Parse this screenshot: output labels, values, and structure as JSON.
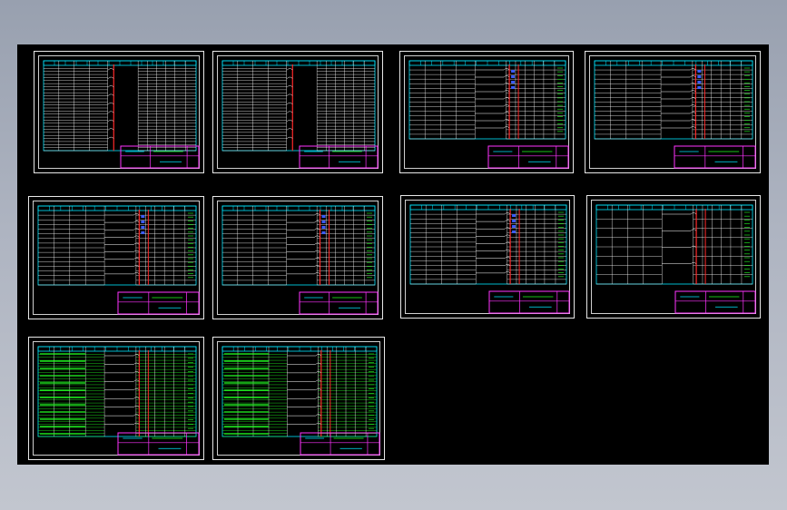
{
  "window": {
    "title": ""
  },
  "colors": {
    "background": "#000000",
    "frame": "#e8e8e8",
    "table": "#ffffff",
    "header": "#00e5ff",
    "accent_red": "#ff2a2a",
    "accent_green": "#22ff22",
    "accent_blue": "#3a5cff",
    "title_block": "#ff33ff"
  },
  "sheets": [
    {
      "id": 1,
      "variant": "list-wide"
    },
    {
      "id": 2,
      "variant": "list-wide"
    },
    {
      "id": 3,
      "variant": "diagram-cyan"
    },
    {
      "id": 4,
      "variant": "diagram-cyan"
    },
    {
      "id": 5,
      "variant": "diagram-green"
    },
    {
      "id": 6,
      "variant": "diagram-green"
    },
    {
      "id": 7,
      "variant": "diagram-green"
    },
    {
      "id": 8,
      "variant": "diagram-sparse"
    },
    {
      "id": 9,
      "variant": "green-list"
    },
    {
      "id": 10,
      "variant": "green-list"
    }
  ]
}
